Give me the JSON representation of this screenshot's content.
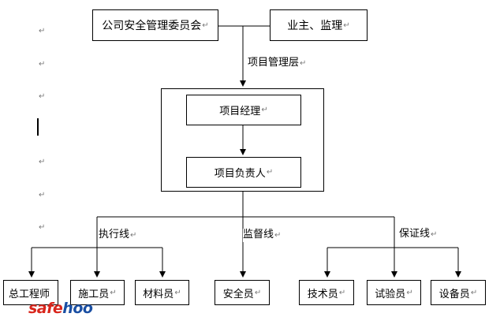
{
  "colors": {
    "line": "#000000",
    "paragraph_mark": "#7a7a7a",
    "logo_red": "#d9261c",
    "logo_blue": "#1a4fa3"
  },
  "diagram": {
    "committee": "公司安全管理委员会",
    "owner_supervisor": "业主、监理",
    "management_layer_label": "项目管理层",
    "project_manager": "项目经理",
    "project_leader": "项目负责人",
    "lines": {
      "execution": "执行线",
      "supervision": "监督线",
      "guarantee": "保证线"
    },
    "roles": {
      "general_worker": "总工程师",
      "construction_worker": "施工员",
      "material_clerk": "材料员",
      "safety_officer": "安全员",
      "technician": "技术员",
      "tester": "试验员",
      "equipment_officer": "设备员"
    },
    "paragraph_mark": "↵"
  },
  "watermark": {
    "part1": "safe",
    "part2": "hoo"
  }
}
